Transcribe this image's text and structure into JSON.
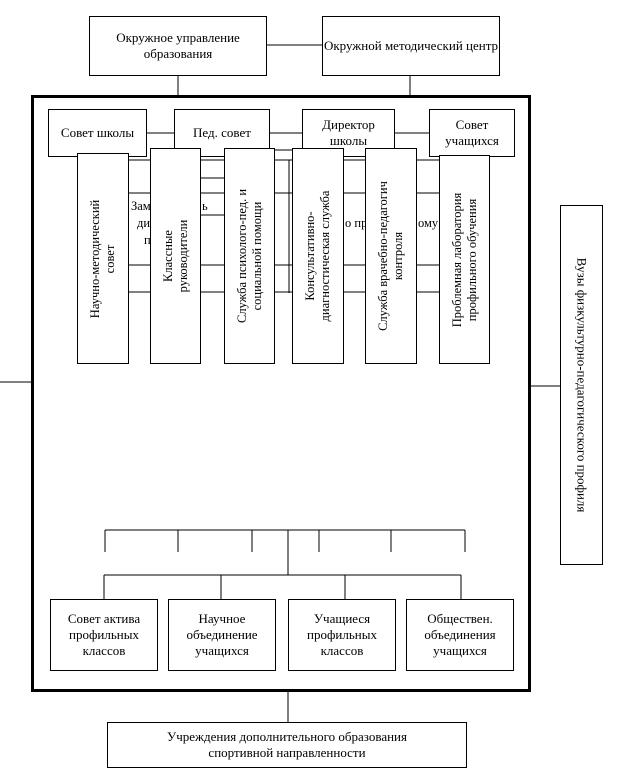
{
  "top": {
    "district_admin": "Окружное управление образования",
    "district_method_center": "Окружной методический центр"
  },
  "governance": {
    "school_council": "Совет школы",
    "ped_council": "Пед. совет",
    "director": "Директор школы",
    "student_council": "Совет учащихся"
  },
  "hidden_labels": {
    "deputy_1": "Зам",
    "deputy_2": "ди",
    "deputy_3": "п",
    "deputy_4": "ь",
    "deputy_5": "о пр",
    "deputy_6": "ому",
    "deputy_7": "о"
  },
  "services": [
    {
      "label_line1": "Научно-методический",
      "label_line2": "совет"
    },
    {
      "label_line1": "Классные",
      "label_line2": "руководители"
    },
    {
      "label_line1": "Служба психолого-пед. и",
      "label_line2": "социальной помощи"
    },
    {
      "label_line1": "Консультативно-",
      "label_line2": "диагностическая служба"
    },
    {
      "label_line1": "Служба врачебно-педагогич",
      "label_line2": "контроля"
    },
    {
      "label_line1": "Проблемная лаборатория",
      "label_line2": "профильного обучения"
    }
  ],
  "students": [
    "Совет   актива профильных классов",
    "Научное объединение учащихся",
    "Учащиеся профильных классов",
    "Обществен. объединения учащихся"
  ],
  "side": {
    "universities": "Вузы физкультурно-педагогического профиля"
  },
  "bottom": {
    "extra_education": "Учреждения дополнительного образования спортивной направленности"
  }
}
